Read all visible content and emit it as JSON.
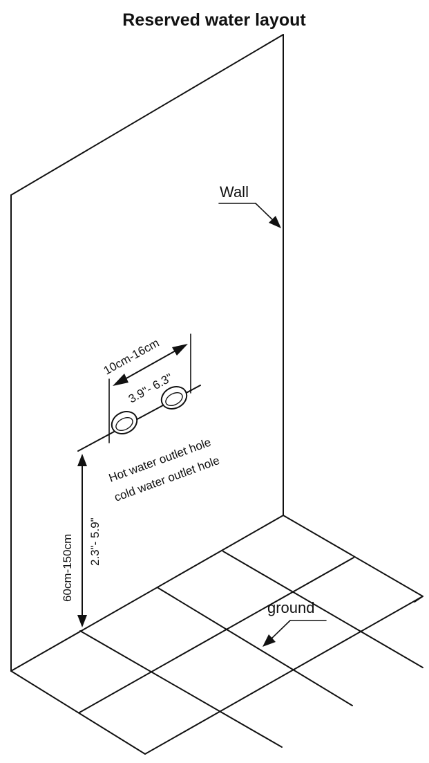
{
  "title": "Reserved water layout",
  "labels": {
    "wall": "Wall",
    "ground": "ground",
    "spacing_cm": "10cm-16cm",
    "spacing_in": "3.9\"- 6.3\"",
    "hot_outlet": "Hot water outlet hole",
    "cold_outlet": "cold water outlet hole",
    "height_cm": "60cm-150cm",
    "height_in": "2.3\"- 5.9\""
  },
  "colors": {
    "ink": "#111111",
    "background": "#ffffff"
  }
}
